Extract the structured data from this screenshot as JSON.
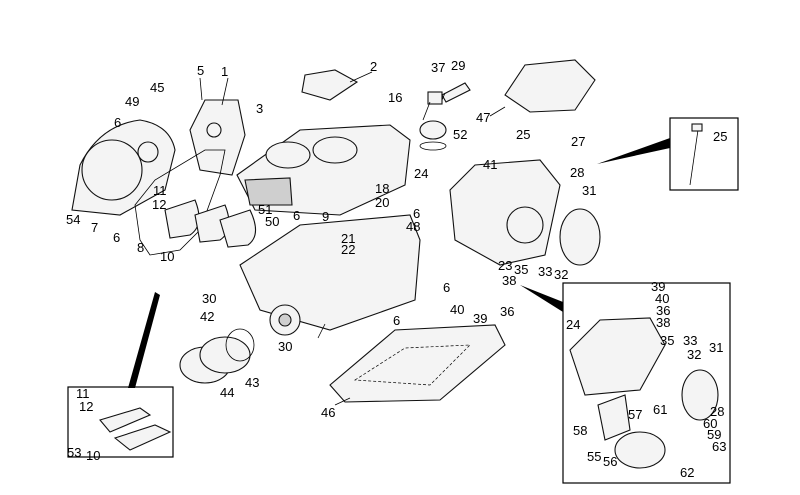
{
  "diagram": {
    "title": "Engine crankcase exploded parts diagram",
    "callouts": [
      {
        "id": "c1",
        "label": "1"
      },
      {
        "id": "c2",
        "label": "2"
      },
      {
        "id": "c3",
        "label": "3"
      },
      {
        "id": "c5",
        "label": "5"
      },
      {
        "id": "c45",
        "label": "45"
      },
      {
        "id": "c49",
        "label": "49"
      },
      {
        "id": "c6a",
        "label": "6"
      },
      {
        "id": "c54",
        "label": "54"
      },
      {
        "id": "c7",
        "label": "7"
      },
      {
        "id": "c6b",
        "label": "6"
      },
      {
        "id": "c8",
        "label": "8"
      },
      {
        "id": "c11",
        "label": "11"
      },
      {
        "id": "c12",
        "label": "12"
      },
      {
        "id": "c10",
        "label": "10"
      },
      {
        "id": "c51",
        "label": "51"
      },
      {
        "id": "c50",
        "label": "50"
      },
      {
        "id": "c6c",
        "label": "6"
      },
      {
        "id": "c9",
        "label": "9"
      },
      {
        "id": "c37",
        "label": "37"
      },
      {
        "id": "c29",
        "label": "29"
      },
      {
        "id": "c16",
        "label": "16"
      },
      {
        "id": "c52",
        "label": "52"
      },
      {
        "id": "c47",
        "label": "47"
      },
      {
        "id": "c24a",
        "label": "24"
      },
      {
        "id": "c18",
        "label": "18"
      },
      {
        "id": "c20",
        "label": "20"
      },
      {
        "id": "c6d",
        "label": "6"
      },
      {
        "id": "c48",
        "label": "48"
      },
      {
        "id": "c21",
        "label": "21"
      },
      {
        "id": "c22",
        "label": "22"
      },
      {
        "id": "c41",
        "label": "41"
      },
      {
        "id": "c25a",
        "label": "25"
      },
      {
        "id": "c27",
        "label": "27"
      },
      {
        "id": "c28a",
        "label": "28"
      },
      {
        "id": "c31a",
        "label": "31"
      },
      {
        "id": "c23",
        "label": "23"
      },
      {
        "id": "c35a",
        "label": "35"
      },
      {
        "id": "c33a",
        "label": "33"
      },
      {
        "id": "c32a",
        "label": "32"
      },
      {
        "id": "c38a",
        "label": "38"
      },
      {
        "id": "c6e",
        "label": "6"
      },
      {
        "id": "c40a",
        "label": "40"
      },
      {
        "id": "c39a",
        "label": "39"
      },
      {
        "id": "c36a",
        "label": "36"
      },
      {
        "id": "c30a",
        "label": "30"
      },
      {
        "id": "c42",
        "label": "42"
      },
      {
        "id": "c30b",
        "label": "30"
      },
      {
        "id": "c43",
        "label": "43"
      },
      {
        "id": "c44",
        "label": "44"
      },
      {
        "id": "c6f",
        "label": "6"
      },
      {
        "id": "c46",
        "label": "46"
      },
      {
        "id": "c25b",
        "label": "25"
      },
      {
        "id": "i11",
        "label": "11"
      },
      {
        "id": "i12",
        "label": "12"
      },
      {
        "id": "i53",
        "label": "53"
      },
      {
        "id": "i10",
        "label": "10"
      },
      {
        "id": "d39",
        "label": "39"
      },
      {
        "id": "d40",
        "label": "40"
      },
      {
        "id": "d36",
        "label": "36"
      },
      {
        "id": "d38",
        "label": "38"
      },
      {
        "id": "d24",
        "label": "24"
      },
      {
        "id": "d35",
        "label": "35"
      },
      {
        "id": "d33",
        "label": "33"
      },
      {
        "id": "d32",
        "label": "32"
      },
      {
        "id": "d31",
        "label": "31"
      },
      {
        "id": "d28",
        "label": "28"
      },
      {
        "id": "d61",
        "label": "61"
      },
      {
        "id": "d57",
        "label": "57"
      },
      {
        "id": "d60",
        "label": "60"
      },
      {
        "id": "d59",
        "label": "59"
      },
      {
        "id": "d58",
        "label": "58"
      },
      {
        "id": "d63",
        "label": "63"
      },
      {
        "id": "d55",
        "label": "55"
      },
      {
        "id": "d56",
        "label": "56"
      },
      {
        "id": "d62",
        "label": "62"
      }
    ]
  }
}
